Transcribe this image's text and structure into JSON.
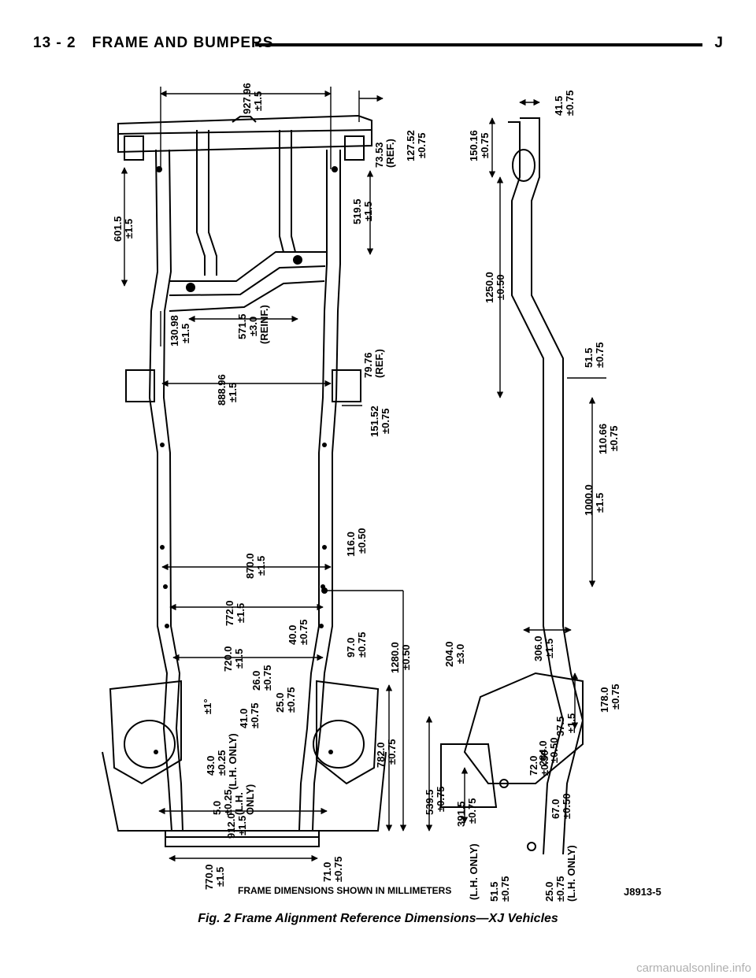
{
  "header": {
    "page_number": "13 - 2",
    "section_title": "FRAME AND BUMPERS",
    "edition_letter": "J"
  },
  "figure": {
    "caption": "Fig. 2 Frame Alignment Reference Dimensions—XJ Vehicles",
    "units_note": "FRAME DIMENSIONS SHOWN IN MILLIMETERS",
    "figure_id": "J8913-5",
    "dimensions": {
      "d_927_96": {
        "value": "927.96",
        "tol": "±1.5"
      },
      "d_127_52": {
        "value": "127.52",
        "tol": "±0.75"
      },
      "d_73_53": {
        "value": "73.53",
        "tol": "(REF.)"
      },
      "d_601_5": {
        "value": "601.5",
        "tol": "±1.5"
      },
      "d_519_5": {
        "value": "519.5",
        "tol": "±1.5"
      },
      "d_130_98": {
        "value": "130.98",
        "tol": "±1.5"
      },
      "d_571_5": {
        "value": "571.5",
        "tol": "±3.0",
        "note": "(REINF.)"
      },
      "d_888_96": {
        "value": "888.96",
        "tol": "±1.5"
      },
      "d_79_76": {
        "value": "79.76",
        "tol": "(REF.)"
      },
      "d_151_52": {
        "value": "151.52",
        "tol": "±0.75"
      },
      "d_116_0": {
        "value": "116.0",
        "tol": "±0.50"
      },
      "d_870_0": {
        "value": "870.0",
        "tol": "±1.5"
      },
      "d_772_0": {
        "value": "772.0",
        "tol": "±1.5"
      },
      "d_40_0": {
        "value": "40.0",
        "tol": "±0.75"
      },
      "d_97_0": {
        "value": "97.0",
        "tol": "±0.75"
      },
      "d_1280_0": {
        "value": "1280.0",
        "tol": "±0.50"
      },
      "d_720_0": {
        "value": "720.0",
        "tol": "±1.5"
      },
      "d_26_0": {
        "value": "26.0",
        "tol": "±0.75"
      },
      "d_25_0a": {
        "value": "25.0",
        "tol": "±0.75"
      },
      "d_1deg": {
        "value": "±1°"
      },
      "d_41_0": {
        "value": "41.0",
        "tol": "±0.75"
      },
      "d_782_0": {
        "value": "782.0",
        "tol": "±0.75"
      },
      "d_43_0": {
        "value": "43.0",
        "tol": "±0.25",
        "note": "(L.H. ONLY)"
      },
      "d_5_0": {
        "value": "5.0",
        "tol": "±0.25",
        "note1": "(L.H.",
        "note2": "ONLY)"
      },
      "d_912_0": {
        "value": "912.0",
        "tol": "±1.5"
      },
      "d_770_0": {
        "value": "770.0",
        "tol": "±1.5"
      },
      "d_71_0": {
        "value": "71.0",
        "tol": "±0.75"
      },
      "d_41_5": {
        "value": "41.5",
        "tol": "±0.75"
      },
      "d_150_16": {
        "value": "150.16",
        "tol": "±0.75"
      },
      "d_1250_0": {
        "value": "1250.0",
        "tol": "±0.50"
      },
      "d_51_5a": {
        "value": "51.5",
        "tol": "±0.75"
      },
      "d_110_66": {
        "value": "110.66",
        "tol": "±0.75"
      },
      "d_1000_0": {
        "value": "1000.0",
        "tol": "±1.5"
      },
      "d_306_0": {
        "value": "306.0",
        "tol": "±1.5"
      },
      "d_204_0": {
        "value": "204.0",
        "tol": "±3.0"
      },
      "d_178_0": {
        "value": "178.0",
        "tol": "±0.75"
      },
      "d_37_5": {
        "value": "37.5",
        "tol": "±1.5"
      },
      "d_284_0": {
        "value": "284.0",
        "tol": "±0.50"
      },
      "d_72_0": {
        "value": "72.0",
        "tol": "±0.50"
      },
      "d_67_0": {
        "value": "67.0",
        "tol": "±0.50"
      },
      "d_539_5": {
        "value": "539.5",
        "tol": "±0.75"
      },
      "d_391_5": {
        "value": "391.5",
        "tol": "±0.75"
      },
      "d_lh_only": {
        "note": "(L.H. ONLY)"
      },
      "d_51_5b": {
        "value": "51.5",
        "tol": "±0.75"
      },
      "d_25_0b": {
        "value": "25.0",
        "tol": "±0.75",
        "note": "(L.H. ONLY)"
      }
    }
  },
  "watermark": "carmanualsonline.info"
}
